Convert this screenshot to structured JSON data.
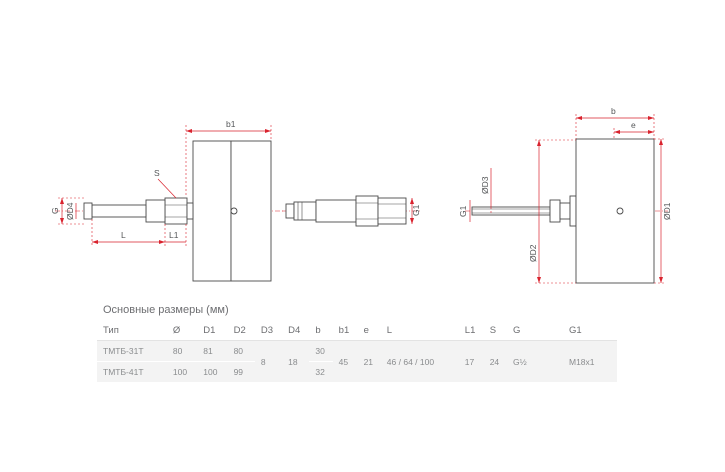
{
  "drawing": {
    "labels": {
      "b1": "b1",
      "s": "S",
      "g": "G",
      "d4": "ØD4",
      "l": "L",
      "l1": "L1",
      "g1_mid": "G1",
      "g1_right": "G1",
      "d3": "ØD3",
      "d2": "ØD2",
      "d1": "ØD1",
      "b": "b",
      "e": "e"
    }
  },
  "table": {
    "title": "Основные размеры (мм)",
    "headers": [
      "Тип",
      "Ø",
      "D1",
      "D2",
      "D3",
      "D4",
      "b",
      "b1",
      "e",
      "L",
      "L1",
      "S",
      "G",
      "G1"
    ],
    "rows": [
      {
        "type": "ТМТБ-31Т",
        "o": "80",
        "d1": "81",
        "d2": "80",
        "b": "30"
      },
      {
        "type": "ТМТБ-41Т",
        "o": "100",
        "d1": "100",
        "d2": "99",
        "b": "32"
      }
    ],
    "shared": {
      "d3": "8",
      "d4": "18",
      "b1": "45",
      "e": "21",
      "l": "46 / 64 / 100",
      "l1": "17",
      "s": "24",
      "g": "G½",
      "g1": "M18x1"
    }
  },
  "colors": {
    "dimension_lines": "#d9232e",
    "outline": "#4a4a4a"
  }
}
